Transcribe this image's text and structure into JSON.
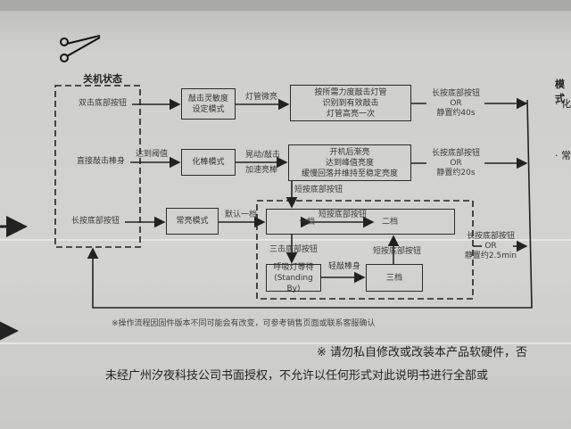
{
  "off_state": {
    "title": "关机状态",
    "triggers": [
      "双击底部按钮",
      "直接敲击棒身",
      "长按底部按钮"
    ]
  },
  "row1": {
    "box1": [
      "敲击灵敏度",
      "设定模式"
    ],
    "edge1": "灯管微亮",
    "box2": [
      "按所需力度敲击灯管",
      "识别到有效敲击",
      "灯管高亮一次"
    ],
    "exit": [
      "长按底部按钮",
      "OR",
      "静置约40s"
    ]
  },
  "row2": {
    "edge0": "达到阈值",
    "box1": "化棒模式",
    "edge1": [
      "晃动/敲击",
      "加速亮棒"
    ],
    "box2": [
      "开机后渐亮",
      "达到峰值亮度",
      "缓慢回落并维持至稳定亮度"
    ],
    "exit": [
      "长按底部按钮",
      "OR",
      "静置约20s"
    ],
    "down": "短按底部按钮"
  },
  "row3": {
    "box1": "常亮模式",
    "edge1": "默认一档",
    "level1": "一档",
    "level2": "二档",
    "toggle": "短按底部按钮",
    "triple": "三击底部按钮",
    "standby": [
      "呼吸灯等待",
      "(Standing By)"
    ],
    "tap": "轻敲棒身",
    "level3": "三档",
    "back": "短按底部按钮",
    "exit": [
      "长按底部按钮",
      "OR",
      "静置约2.5min"
    ]
  },
  "right_side": {
    "heading": "模式",
    "item1": "· 化",
    "item2": "· 常"
  },
  "footnote": "※操作流程因固件版本不同可能会有改变，可参考销售页面或联系客服确认",
  "warning": "※ 请勿私自修改或改装本产品软硬件，否",
  "copyright": "未经广州汐夜科技公司书面授权，不允许以任何形式对此说明书进行全部或"
}
